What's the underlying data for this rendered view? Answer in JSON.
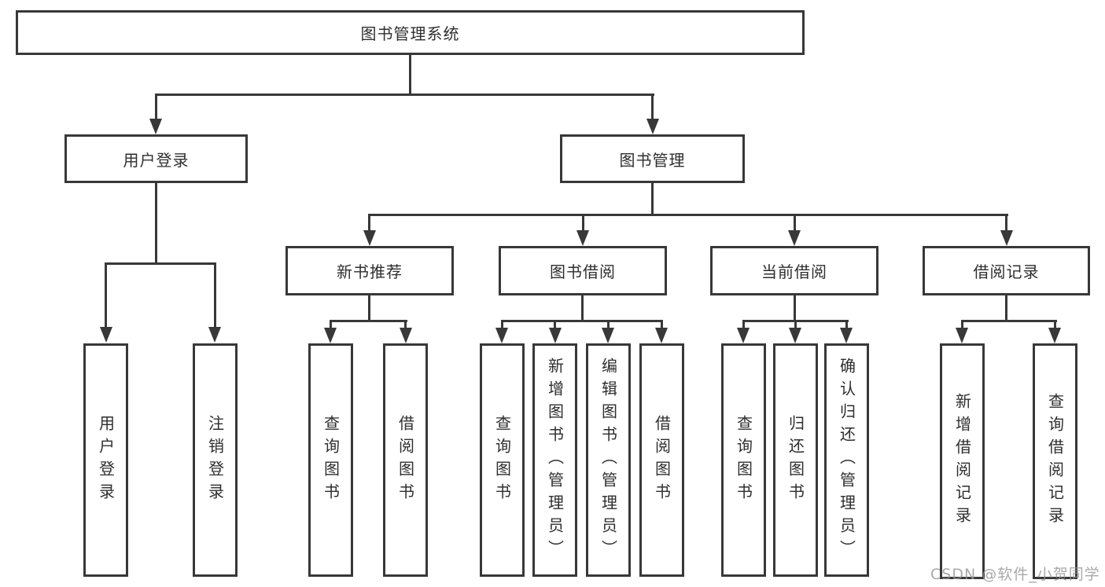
{
  "diagram": {
    "root": {
      "label": "图书管理系统"
    },
    "level2": [
      {
        "id": "user-login",
        "label": "用户登录"
      },
      {
        "id": "book-management",
        "label": "图书管理"
      }
    ],
    "level3": [
      {
        "id": "new-book-recommend",
        "label": "新书推荐"
      },
      {
        "id": "book-borrowing",
        "label": "图书借阅"
      },
      {
        "id": "current-borrowing",
        "label": "当前借阅"
      },
      {
        "id": "borrowing-records",
        "label": "借阅记录"
      }
    ],
    "leaves": {
      "user_login": [
        {
          "label": "用户登录"
        },
        {
          "label": "注销登录"
        }
      ],
      "new_book_recommend": [
        {
          "label": "查询图书"
        },
        {
          "label": "借阅图书"
        }
      ],
      "book_borrowing": [
        {
          "label": "查询图书"
        },
        {
          "label": "新增图书（管理员）"
        },
        {
          "label": "编辑图书（管理员）"
        },
        {
          "label": "借阅图书"
        }
      ],
      "current_borrowing": [
        {
          "label": "查询图书"
        },
        {
          "label": "归还图书"
        },
        {
          "label": "确认归还（管理员）"
        }
      ],
      "borrowing_records": [
        {
          "label": "新增借阅记录"
        },
        {
          "label": "查询借阅记录"
        }
      ]
    }
  },
  "watermark": {
    "text": "CSDN @软件_小贺同学"
  },
  "colors": {
    "line": "#383838",
    "text": "#2e2e2e",
    "background": "#ffffff",
    "watermark": "#949494"
  }
}
